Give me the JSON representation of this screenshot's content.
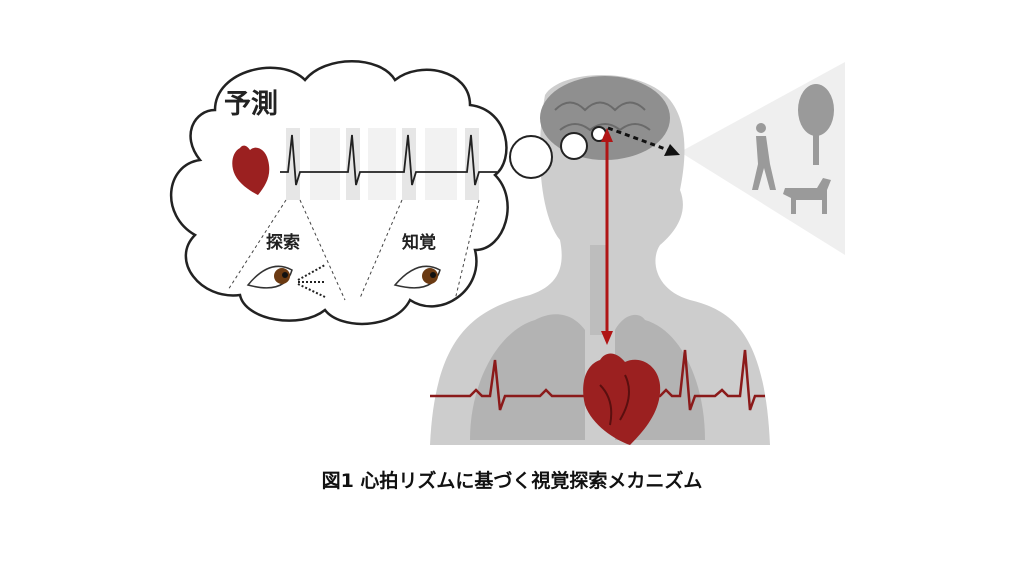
{
  "figure": {
    "thought_title": "予測",
    "label_explore": "探索",
    "label_perceive": "知覚",
    "caption": "図1 心拍リズムに基づく視覚探索メカニズム"
  },
  "colors": {
    "heart_red": "#9b2020",
    "ecg_red": "#8b1a1a",
    "body_gray": "#c9c9c9",
    "brain_gray": "#8f8f8f"
  }
}
